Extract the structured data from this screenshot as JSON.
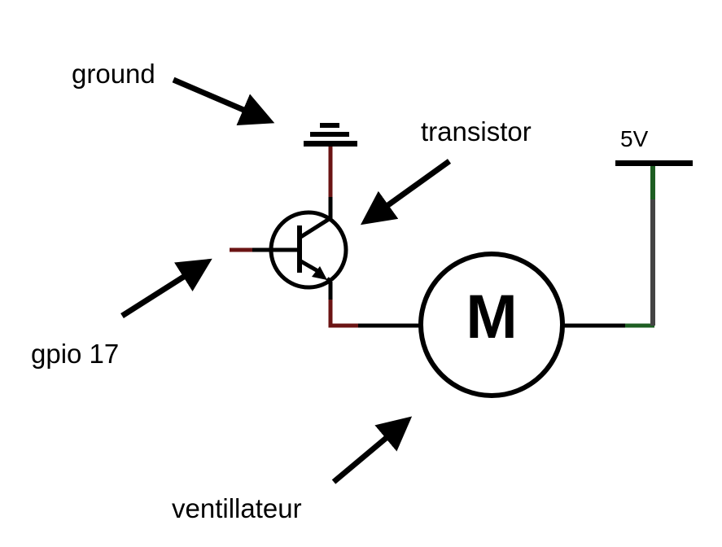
{
  "labels": {
    "ground": "ground",
    "transistor": "transistor",
    "supply": "5V",
    "gpio": "gpio 17",
    "fan": "ventillateur"
  },
  "motor": {
    "symbol": "M"
  },
  "colors": {
    "background": "#ffffff",
    "line": "#000000",
    "wire_red": "#6b1414",
    "wire_green": "#1e5e22",
    "wire_gray": "#444444"
  }
}
